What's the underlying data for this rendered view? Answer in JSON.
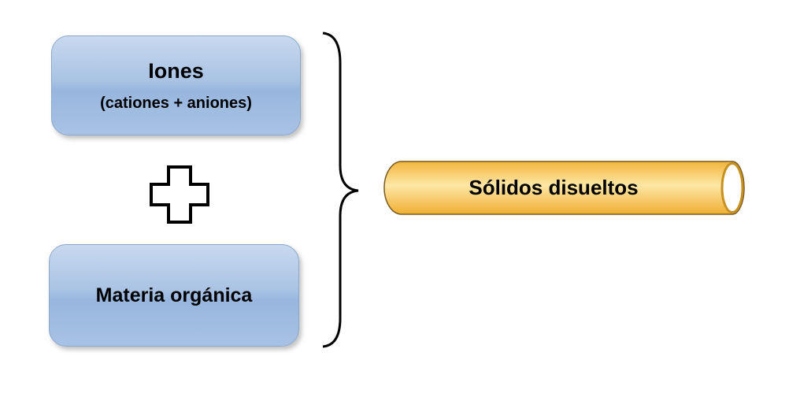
{
  "boxes": {
    "ions_title": "Iones",
    "ions_subtitle": "(cationes + aniones)",
    "organic": "Materia orgánica"
  },
  "result": "Sólidos disueltos",
  "colors": {
    "box": "#a9c3e4",
    "pipe": "#f7c24a"
  }
}
